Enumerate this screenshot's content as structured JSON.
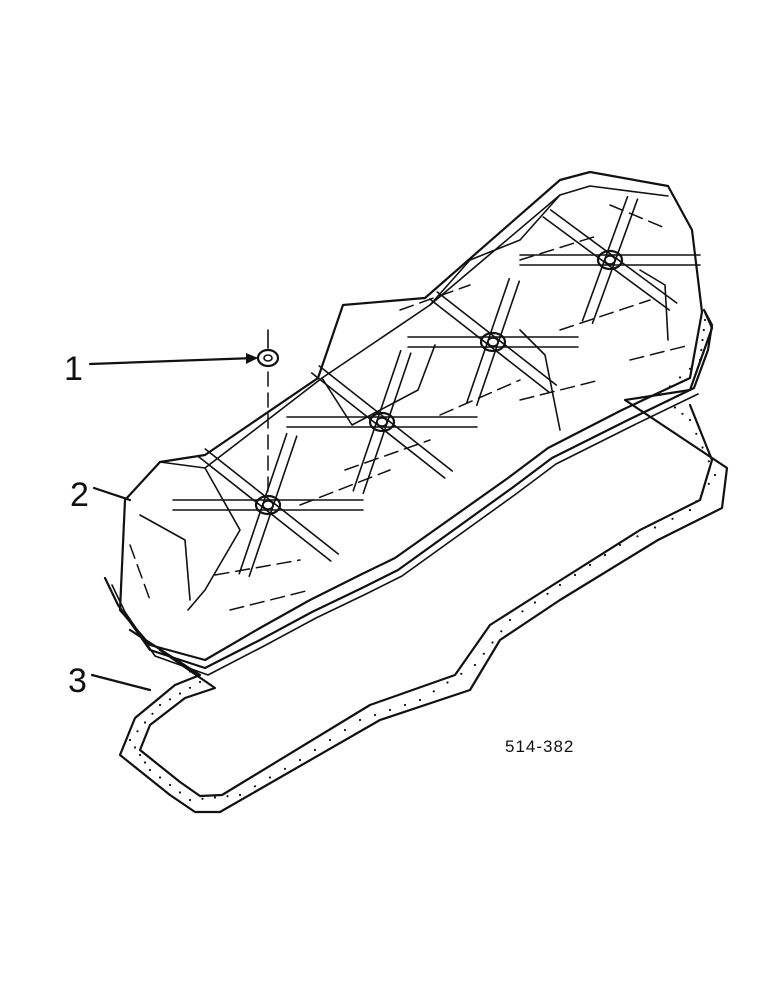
{
  "callouts": [
    {
      "label": "1"
    },
    {
      "label": "2"
    },
    {
      "label": "3"
    }
  ],
  "reference_code": "514-382"
}
